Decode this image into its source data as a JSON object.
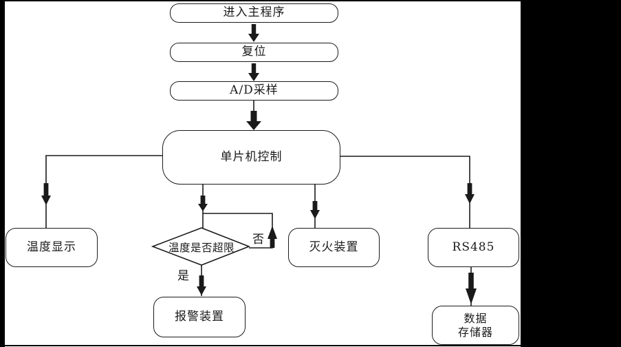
{
  "flowchart": {
    "nodes": {
      "enter_main": "进入主程序",
      "reset": "复位",
      "ad_sampling": "A/D采样",
      "mcu": "单片机控制",
      "temp_display": "温度显示",
      "decision": "温度是否超限",
      "fire_device": "灭火装置",
      "rs485": "RS485",
      "alarm": "报警装置",
      "storage_line1": "数据",
      "storage_line2": "存储器"
    },
    "edge_labels": {
      "no": "否",
      "yes": "是"
    },
    "edges": [
      {
        "from": "enter_main",
        "to": "reset"
      },
      {
        "from": "reset",
        "to": "ad_sampling"
      },
      {
        "from": "ad_sampling",
        "to": "mcu"
      },
      {
        "from": "mcu",
        "to": "temp_display"
      },
      {
        "from": "mcu",
        "to": "decision"
      },
      {
        "from": "mcu",
        "to": "fire_device"
      },
      {
        "from": "mcu",
        "to": "rs485"
      },
      {
        "from": "decision",
        "to": "alarm",
        "label": "是"
      },
      {
        "from": "decision",
        "to": "mcu",
        "label": "否",
        "type": "loop-back"
      },
      {
        "from": "rs485",
        "to": "storage"
      }
    ],
    "colors": {
      "line": "#1a1a1a",
      "node_fill": "#ffffff",
      "background": "#ffffff",
      "border_mask": "#000000"
    }
  }
}
